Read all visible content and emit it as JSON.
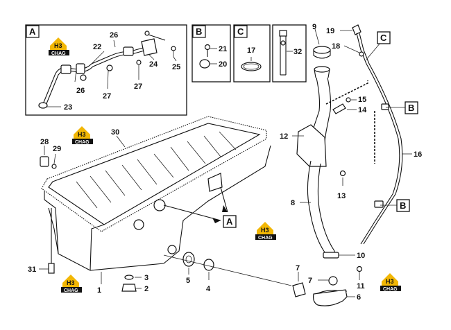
{
  "detail_boxes": [
    {
      "id": "A",
      "label": "A"
    },
    {
      "id": "B",
      "label": "B"
    },
    {
      "id": "C",
      "label": "C"
    }
  ],
  "callouts": {
    "main_a": "A",
    "main_b_upper": "B",
    "main_b_lower": "B",
    "main_c": "C"
  },
  "logo": {
    "word": "CHAG",
    "color": "#f2b705"
  },
  "part_numbers": {
    "p1": "1",
    "p2": "2",
    "p3": "3",
    "p4": "4",
    "p5": "5",
    "p6": "6",
    "p7a": "7",
    "p7b": "7",
    "p8": "8",
    "p9": "9",
    "p10": "10",
    "p11": "11",
    "p12": "12",
    "p13": "13",
    "p14": "14",
    "p15": "15",
    "p16": "16",
    "p17": "17",
    "p18": "18",
    "p19": "19",
    "p20": "20",
    "p21": "21",
    "p22": "22",
    "p23": "23",
    "p24": "24",
    "p25": "25",
    "p26a": "26",
    "p26b": "26",
    "p27a": "27",
    "p27b": "27",
    "p28": "28",
    "p29": "29",
    "p30": "30",
    "p31": "31",
    "p32": "32"
  }
}
